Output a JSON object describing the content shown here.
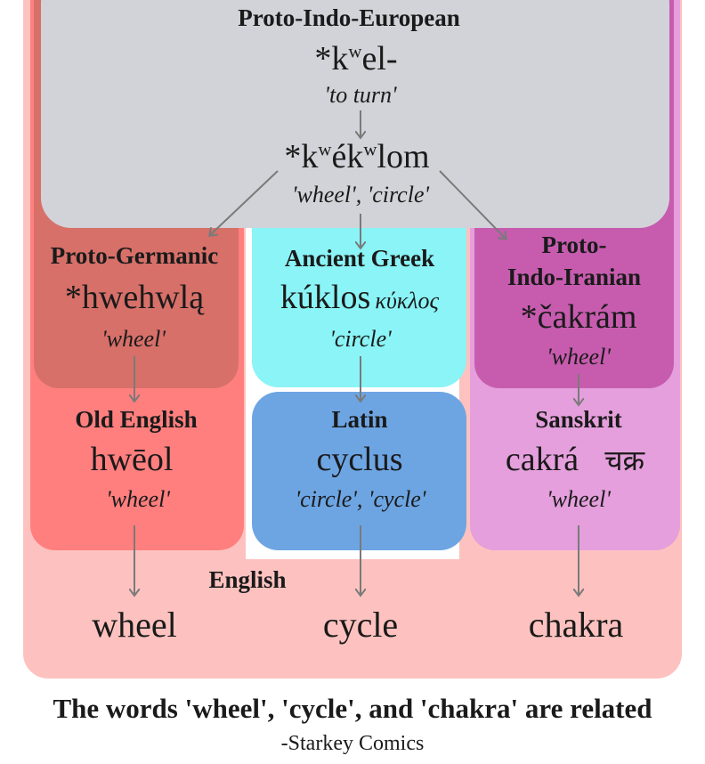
{
  "colors": {
    "pie_box": "#d2d3d8",
    "english_band": "#fdc2bf",
    "germanic_outer": "#fe7f7e",
    "germanic_inner": "#d77069",
    "greek_box": "#8af4f6",
    "latin_box": "#6da5e3",
    "iranian_outer": "#e59fdc",
    "iranian_inner": "#c75caf",
    "arrow": "#7a7a7a"
  },
  "pie": {
    "language": "Proto-Indo-European",
    "root_prefix": "*k",
    "root_sup": "w",
    "root_suffix": "el-",
    "root_gloss": "'to turn'",
    "word_p1": "*k",
    "word_s1": "w",
    "word_p2": "ék",
    "word_s2": "w",
    "word_p3": "lom",
    "word_gloss": "'wheel',  'circle'"
  },
  "proto_germanic": {
    "language": "Proto-Germanic",
    "word": "*hwehwlą",
    "gloss": "'wheel'"
  },
  "old_english": {
    "language": "Old English",
    "word": "hwēol",
    "gloss": "'wheel'"
  },
  "ancient_greek": {
    "language": "Ancient Greek",
    "word": "kúklos",
    "native": "κύκλος",
    "gloss": "'circle'"
  },
  "latin": {
    "language": "Latin",
    "word": "cyclus",
    "gloss": "'circle',  'cycle'"
  },
  "proto_indo_iranian": {
    "language_line1": "Proto-",
    "language_line2": "Indo-Iranian",
    "word": "*čakrám",
    "gloss": "'wheel'"
  },
  "sanskrit": {
    "language": "Sanskrit",
    "word": "cakrá",
    "native": "चक्र",
    "gloss": "'wheel'"
  },
  "english": {
    "language": "English",
    "words": [
      "wheel",
      "cycle",
      "chakra"
    ]
  },
  "caption": {
    "title": "The words 'wheel', 'cycle', and 'chakra' are related",
    "credit": "-Starkey Comics"
  }
}
